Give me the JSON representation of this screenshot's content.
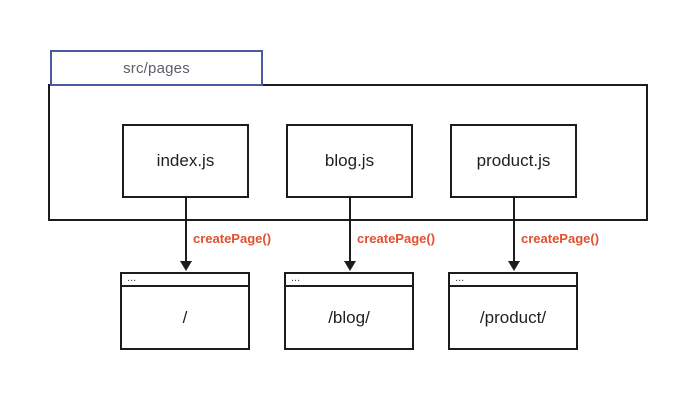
{
  "diagram": {
    "folder": {
      "label": "src/pages"
    },
    "files": [
      {
        "name": "index.js",
        "call": "createPage()",
        "page": "/"
      },
      {
        "name": "blog.js",
        "call": "createPage()",
        "page": "/blog/"
      },
      {
        "name": "product.js",
        "call": "createPage()",
        "page": "/product/"
      }
    ],
    "window_menu": "...",
    "colors": {
      "accent": "#e2502e",
      "tab_border": "#4a5ba6",
      "line": "#1c1c1c",
      "muted_text": "#5c6066"
    }
  }
}
